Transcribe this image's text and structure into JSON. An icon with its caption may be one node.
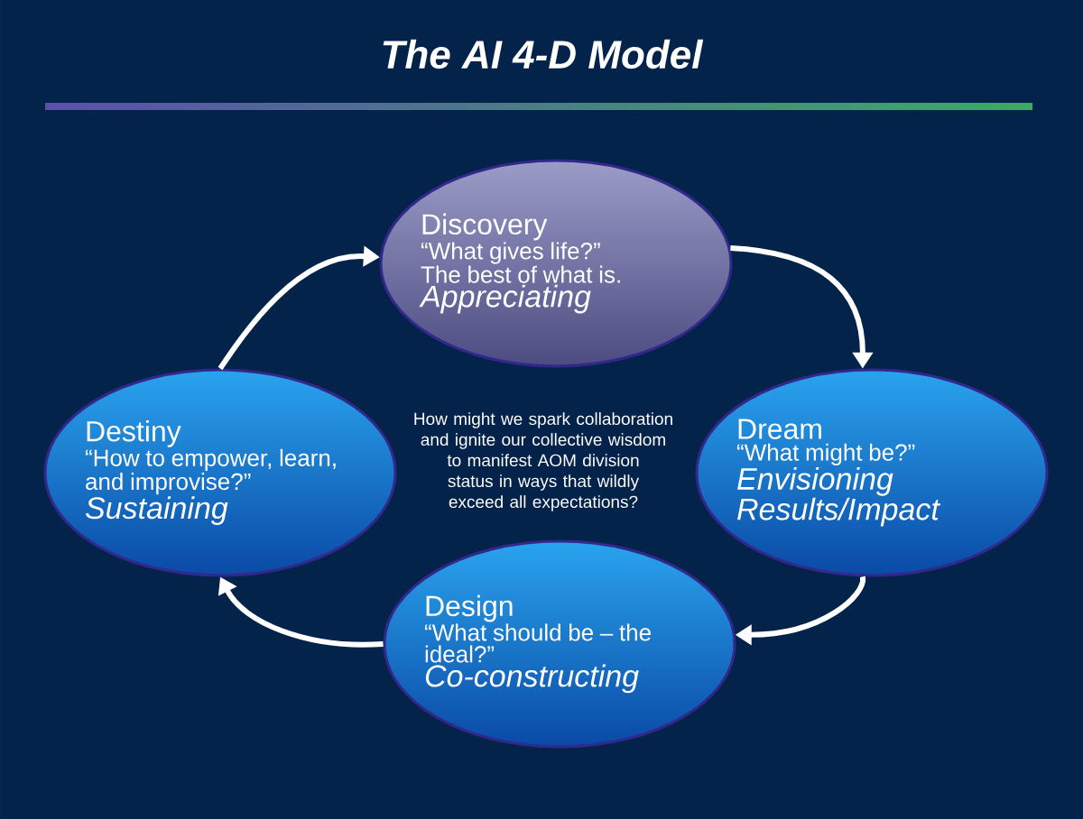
{
  "diagram": {
    "title": "The AI 4-D Model",
    "nodes": [
      {
        "text": [
          "Discovery",
          "“What gives life?”",
          "The best of what is.",
          "Appreciating"
        ]
      },
      {
        "text": [
          "Dream",
          "“What might be?”",
          "Envisioning Results/Impact"
        ]
      },
      {
        "text": [
          "Design",
          "“What should be – the ideal?”",
          "Co-constructing"
        ]
      },
      {
        "text": [
          "Destiny",
          "“How to empower, learn, and improvise?”",
          "Sustaining"
        ]
      }
    ],
    "edges": [
      {
        "from": 0,
        "to": 1,
        "arrow": "to"
      },
      {
        "from": 1,
        "to": 2,
        "arrow": "to"
      },
      {
        "from": 2,
        "to": 3,
        "arrow": "to"
      },
      {
        "from": 3,
        "to": 0,
        "arrow": "to"
      }
    ],
    "labels": [
      "How might we spark collaboration and ignite our collective wisdom to manifest AOM division status in ways that wildly exceed all expectations?"
    ]
  }
}
